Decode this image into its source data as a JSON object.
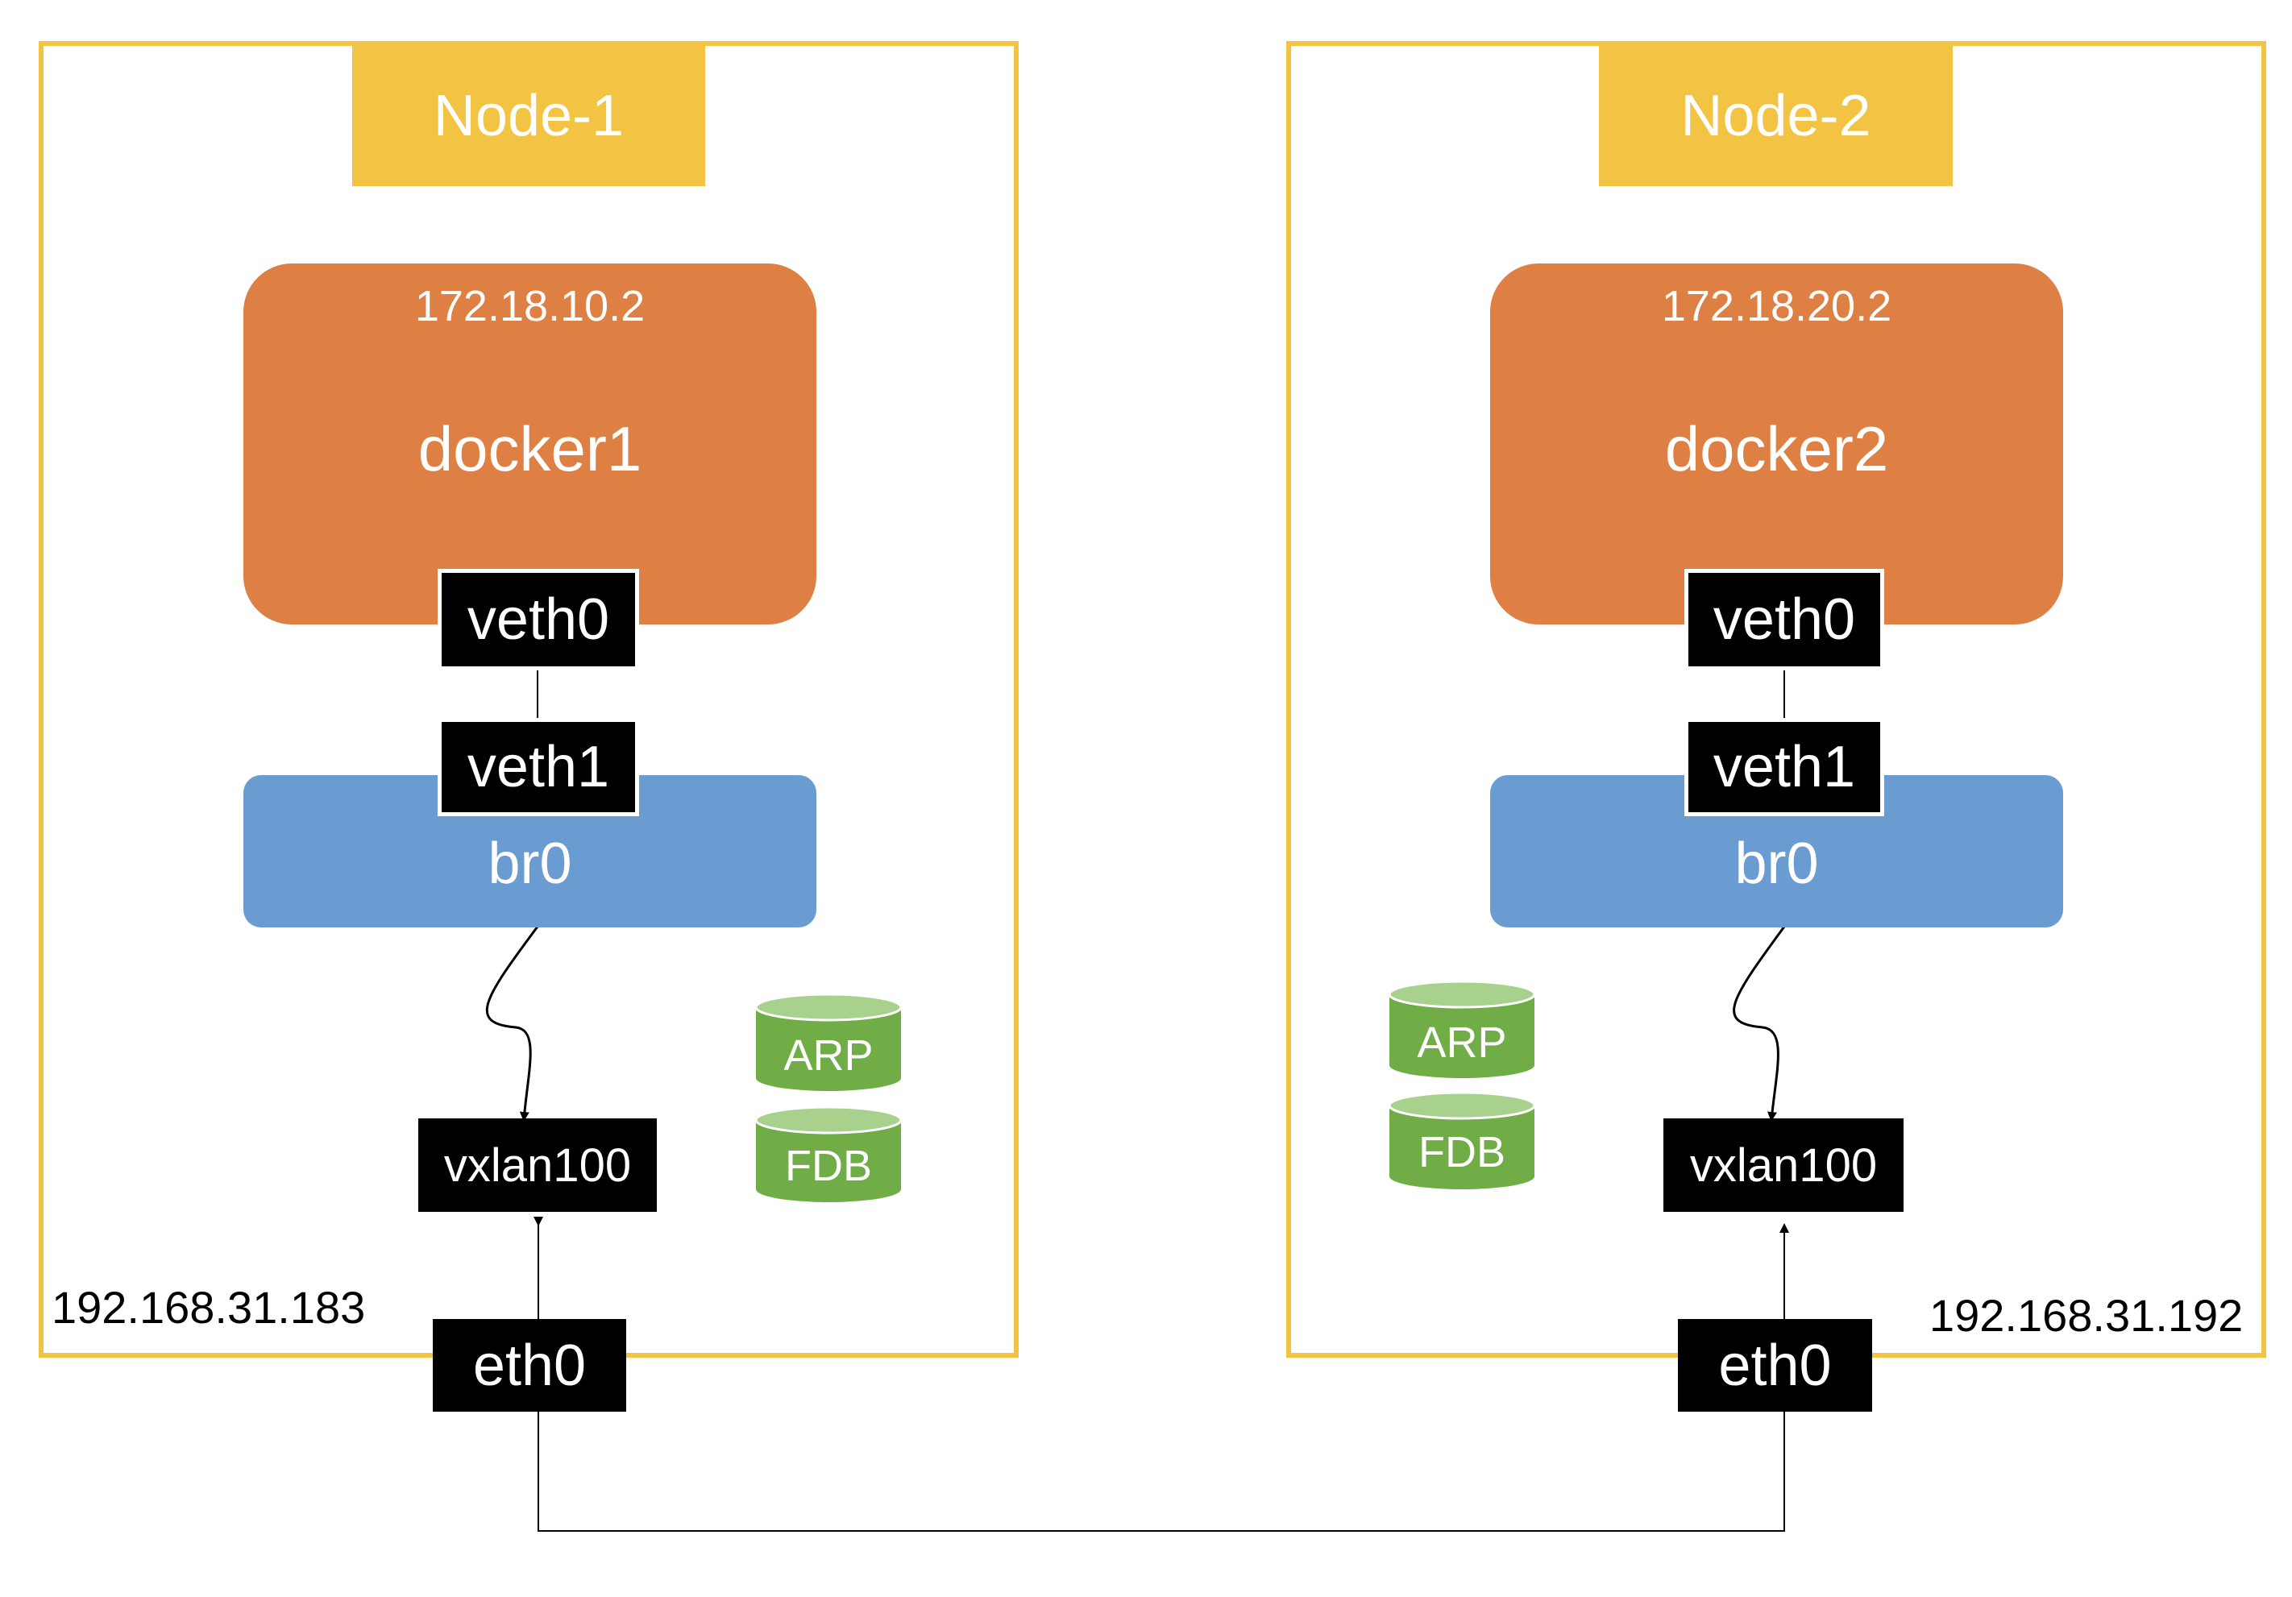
{
  "nodes": [
    {
      "title": "Node-1",
      "container_ip": "172.18.10.2",
      "container_name": "docker1",
      "container_iface": "veth0",
      "bridge_iface": "veth1",
      "bridge_name": "br0",
      "vxlan": "vxlan100",
      "tables": [
        "ARP",
        "FDB"
      ],
      "host_ip": "192.168.31.183",
      "nic": "eth0"
    },
    {
      "title": "Node-2",
      "container_ip": "172.18.20.2",
      "container_name": "docker2",
      "container_iface": "veth0",
      "bridge_iface": "veth1",
      "bridge_name": "br0",
      "vxlan": "vxlan100",
      "tables": [
        "ARP",
        "FDB"
      ],
      "host_ip": "192.168.31.192",
      "nic": "eth0"
    }
  ],
  "colors": {
    "node_frame": "#f3c344",
    "container": "#de8043",
    "bridge": "#6a9bd1",
    "interface": "#000000",
    "table": "#70ad47",
    "table_top": "#a9d18e"
  },
  "icons": {
    "table": "database-cylinder-icon"
  }
}
